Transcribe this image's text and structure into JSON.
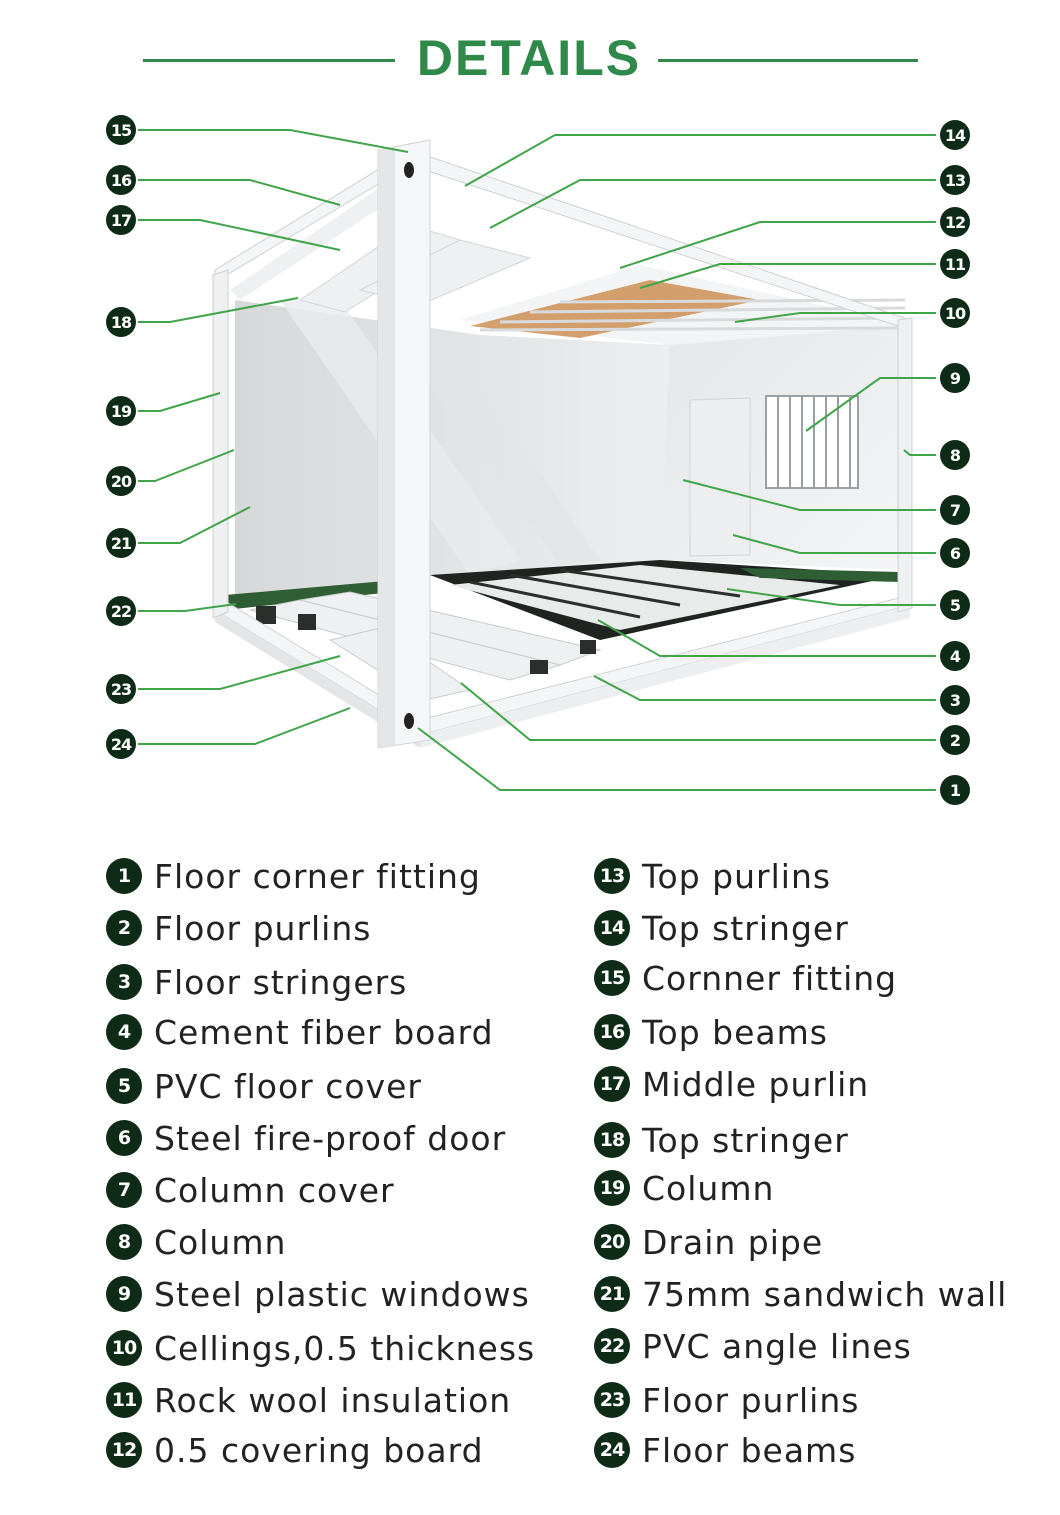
{
  "title": "DETAILS",
  "colors": {
    "accent": "#2f8a4a",
    "badge": "#0d2b16",
    "leader": "#3fa548",
    "frame": "#f2f3f4",
    "ceiling_insulation": "#c98a4a"
  },
  "callouts": [
    "1",
    "2",
    "3",
    "4",
    "5",
    "6",
    "7",
    "8",
    "9",
    "10",
    "11",
    "12",
    "13",
    "14",
    "15",
    "16",
    "17",
    "18",
    "19",
    "20",
    "21",
    "22",
    "23",
    "24"
  ],
  "legend_left": [
    {
      "num": "1",
      "label": "Floor corner fitting"
    },
    {
      "num": "2",
      "label": "Floor purlins"
    },
    {
      "num": "3",
      "label": "Floor stringers"
    },
    {
      "num": "4",
      "label": "Cement fiber board"
    },
    {
      "num": "5",
      "label": "PVC floor cover"
    },
    {
      "num": "6",
      "label": "Steel fire-proof door"
    },
    {
      "num": "7",
      "label": "Column cover"
    },
    {
      "num": "8",
      "label": "Column"
    },
    {
      "num": "9",
      "label": "Steel plastic windows"
    },
    {
      "num": "10",
      "label": "Cellings,0.5 thickness"
    },
    {
      "num": "11",
      "label": "Rock wool insulation"
    },
    {
      "num": "12",
      "label": "0.5 covering board"
    }
  ],
  "legend_right": [
    {
      "num": "13",
      "label": "Top purlins"
    },
    {
      "num": "14",
      "label": "Top stringer"
    },
    {
      "num": "15",
      "label": "Cornner fitting"
    },
    {
      "num": "16",
      "label": "Top beams"
    },
    {
      "num": "17",
      "label": "Middle purlin"
    },
    {
      "num": "18",
      "label": "Top stringer"
    },
    {
      "num": "19",
      "label": "Column"
    },
    {
      "num": "20",
      "label": "Drain pipe"
    },
    {
      "num": "21",
      "label": "75mm sandwich wall"
    },
    {
      "num": "22",
      "label": "PVC angle lines"
    },
    {
      "num": "23",
      "label": "Floor purlins"
    },
    {
      "num": "24",
      "label": "Floor beams"
    }
  ]
}
